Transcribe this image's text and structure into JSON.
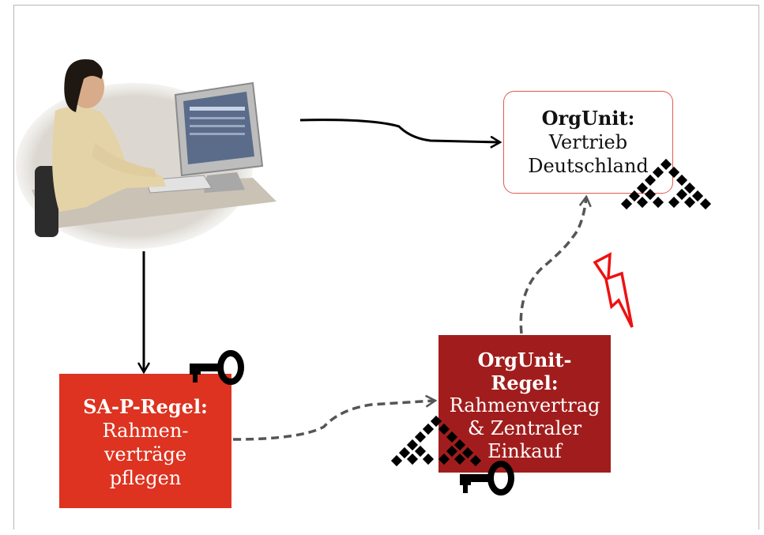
{
  "nodes": {
    "orgunit": {
      "title": "OrgUnit:",
      "line1": "Vertrieb",
      "line2": "Deutschland"
    },
    "sap_rule": {
      "title": "SA-P-Regel:",
      "line1": "Rahmen-",
      "line2": "verträge",
      "line3": "pflegen"
    },
    "orgunit_rule": {
      "title1": "OrgUnit-",
      "title2": "Regel:",
      "line1": "Rahmenvertrag",
      "line2": "& Zentraler",
      "line3": "Einkauf"
    }
  },
  "colors": {
    "sap_rule_fill": "#dd3320",
    "orgunit_rule_fill": "#a11d1d",
    "orgunit_border": "#e05a50",
    "dashed_arrow": "#555555",
    "lightning": "#ee1111"
  },
  "icons": [
    "user-at-computer-photo",
    "key-icon",
    "hierarchy-tree-icon",
    "lightning-icon"
  ]
}
